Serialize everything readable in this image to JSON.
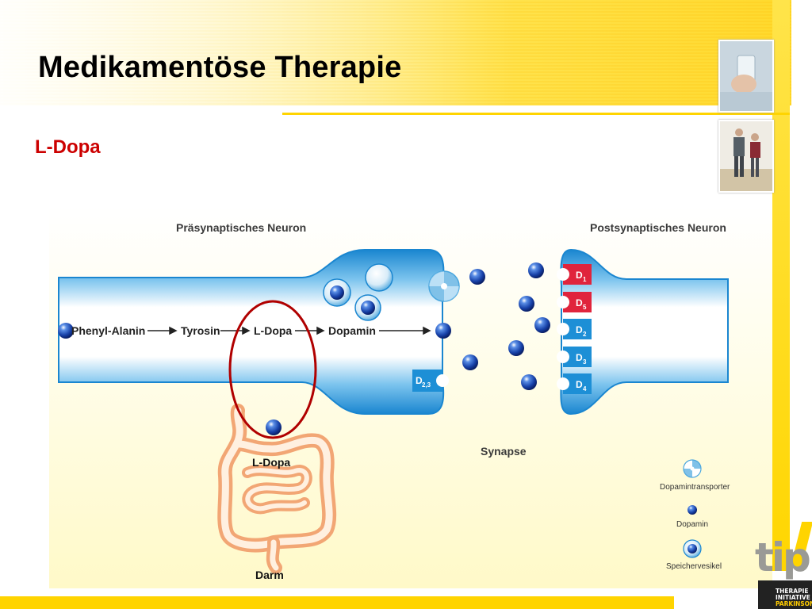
{
  "slide": {
    "title": "Medikamentöse Therapie",
    "subtitle": "L-Dopa"
  },
  "diagram": {
    "presynaptic_label": "Präsynaptisches Neuron",
    "postsynaptic_label": "Postsynaptisches Neuron",
    "synapse_label": "Synapse",
    "pathway": [
      "Phenyl-Alanin",
      "Tyrosin",
      "L-Dopa",
      "Dopamin"
    ],
    "gut_ldopa_label": "L-Dopa",
    "gut_label": "Darm",
    "presynaptic_receptor": {
      "main": "D",
      "sub": "2,3"
    },
    "receptors": [
      {
        "main": "D",
        "sub": "1",
        "color": "#e0243c"
      },
      {
        "main": "D",
        "sub": "5",
        "color": "#e0243c"
      },
      {
        "main": "D",
        "sub": "2",
        "color": "#1d8fd6"
      },
      {
        "main": "D",
        "sub": "3",
        "color": "#1d8fd6"
      },
      {
        "main": "D",
        "sub": "4",
        "color": "#1d8fd6"
      }
    ],
    "legend": [
      {
        "icon": "transporter",
        "label": "Dopamintransporter"
      },
      {
        "icon": "dopamine",
        "label": "Dopamin"
      },
      {
        "icon": "vesicle",
        "label": "Speichervesikel"
      }
    ],
    "highlight_color": "#b00000"
  },
  "logo": {
    "text": "tip",
    "lines": [
      "THERAPIE",
      "INITIATIVE",
      "PARKINSON"
    ]
  },
  "colors": {
    "accent_yellow": "#ffd400",
    "subtitle_red": "#cc0000",
    "neuron_blue": "#1d8fd6",
    "receptor_red": "#e0243c"
  }
}
